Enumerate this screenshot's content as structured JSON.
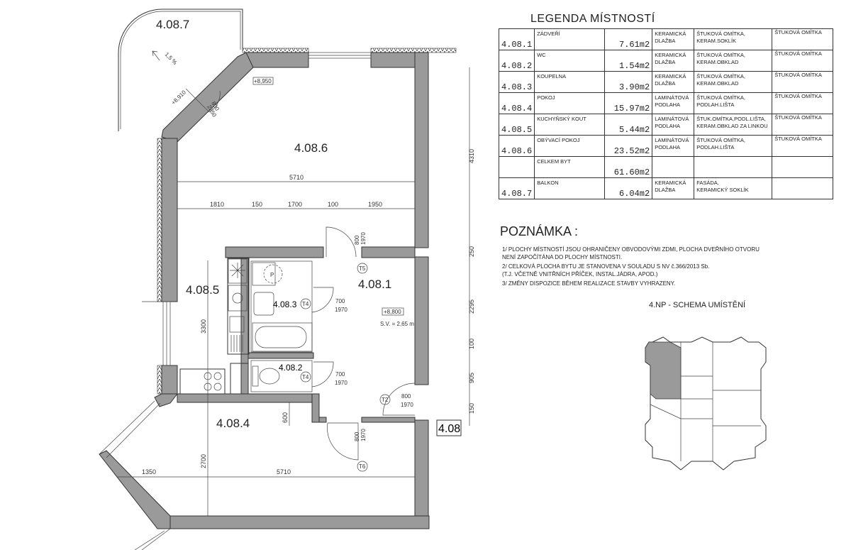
{
  "legend": {
    "title": "LEGENDA MÍSTNOSTÍ",
    "rows": [
      {
        "code": "4.08.1",
        "name": "ZÁDVEŘÍ",
        "area": "7.61m2",
        "floor": "KERAMICKÁ\nDLAŽBA",
        "walls": "ŠTUKOVÁ OMÍTKA,\nKERAM.SOKLÍK",
        "ceiling": "ŠTUKOVÁ OMÍTKA"
      },
      {
        "code": "4.08.2",
        "name": "WC",
        "area": "1.54m2",
        "floor": "KERAMICKÁ\nDLAŽBA",
        "walls": "ŠTUKOVÁ OMÍTKA,\nKERAM.OBKLAD",
        "ceiling": "ŠTUKOVÁ OMÍTKA"
      },
      {
        "code": "4.08.3",
        "name": "KOUPELNA",
        "area": "3.90m2",
        "floor": "KERAMICKÁ\nDLAŽBA",
        "walls": "ŠTUKOVÁ OMÍTKA,\nKERAM.OBKLAD",
        "ceiling": "ŠTUKOVÁ OMÍTKA"
      },
      {
        "code": "4.08.4",
        "name": "POKOJ",
        "area": "15.97m2",
        "floor": "LAMINÁTOVÁ\nPODLAHA",
        "walls": "ŠTUKOVÁ OMÍTKA,\nPODLAH.LIŠTA",
        "ceiling": "ŠTUKOVÁ OMÍTKA"
      },
      {
        "code": "4.08.5",
        "name": "KUCHYŇSKÝ KOUT",
        "area": "5.44m2",
        "floor": "LAMINÁTOVÁ\nPODLAHA",
        "walls": "ŠTUK.OMÍTKA,PODL.LIŠTA,\nKERAM.OBKLAD ZA LINKOU",
        "ceiling": "ŠTUKOVÁ OMÍTKA"
      },
      {
        "code": "4.08.6",
        "name": "OBÝVACÍ POKOJ",
        "area": "23.52m2",
        "floor": "LAMINÁTOVÁ\nPODLAHA",
        "walls": "ŠTUKOVÁ OMÍTKA,\nPODLAH.LIŠTA",
        "ceiling": "ŠTUKOVÁ OMÍTKA"
      },
      {
        "code": "",
        "name": "CELKEM BYT",
        "area": "61.60m2",
        "floor": "",
        "walls": "",
        "ceiling": ""
      },
      {
        "code": "4.08.7",
        "name": "BALKON",
        "area": "6.04m2",
        "floor": "KERAMICKÁ\nDLAŽBA",
        "walls": "FASÁDA,\nKERAMICKÝ SOKLÍK",
        "ceiling": ""
      }
    ]
  },
  "notes": {
    "title": "POZNÁMKA :",
    "items": [
      "1/ PLOCHY MÍSTNOSTÍ JSOU OHRANIČENY OBVODOVÝMI ZDMI, PLOCHA DVEŘNÍHO OTVORU\n   NENÍ ZAPOČÍTÁNA DO PLOCHY MÍSTNOSTI.",
      "2/ CELKOVÁ PLOCHA BYTU JE STANOVENA V SOULADU S NV č.366/2013 Sb.\n   (T.J. VČETNĚ VNITŘNÍCH PŘÍČEK, INSTAL.JÁDRA, APOD.)",
      "3/ ZMĚNY DISPOZICE BĚHEM REALIZACE STAVBY VYHRAZENY."
    ]
  },
  "schema": {
    "title": "4.NP - SCHEMA UMÍSTĚNÍ"
  },
  "plan": {
    "unit_label": "4.08",
    "rooms": {
      "r1": "4.08.1",
      "r2": "4.08.2",
      "r3": "4.08.3",
      "r4": "4.08.4",
      "r5": "4.08.5",
      "r6": "4.08.6",
      "r7": "4.08.7"
    },
    "slope": "1,5 %",
    "levels": {
      "balcony": "+8,910",
      "living": "+8,950",
      "hall": "+8,800"
    },
    "ceiling_height": "S.V. = 2,65 m",
    "doors": {
      "balcony_w": "800",
      "balcony_h": "2350",
      "d800": "800",
      "d700": "700",
      "h1970": "1970",
      "t4": "T4",
      "t5": "T5",
      "t2": "T2",
      "t6": "T6"
    },
    "dims": {
      "top_total": "5710",
      "d1810": "1810",
      "d150": "150",
      "d1700": "1700",
      "d100": "100",
      "d1950": "1950",
      "v4310": "4310",
      "v250": "250",
      "v2295": "2295",
      "v100": "100",
      "v905": "905",
      "v150": "150",
      "v3300": "3300",
      "v600": "600",
      "v2700": "2700",
      "d1350": "1350",
      "bottom_total": "5710"
    }
  }
}
